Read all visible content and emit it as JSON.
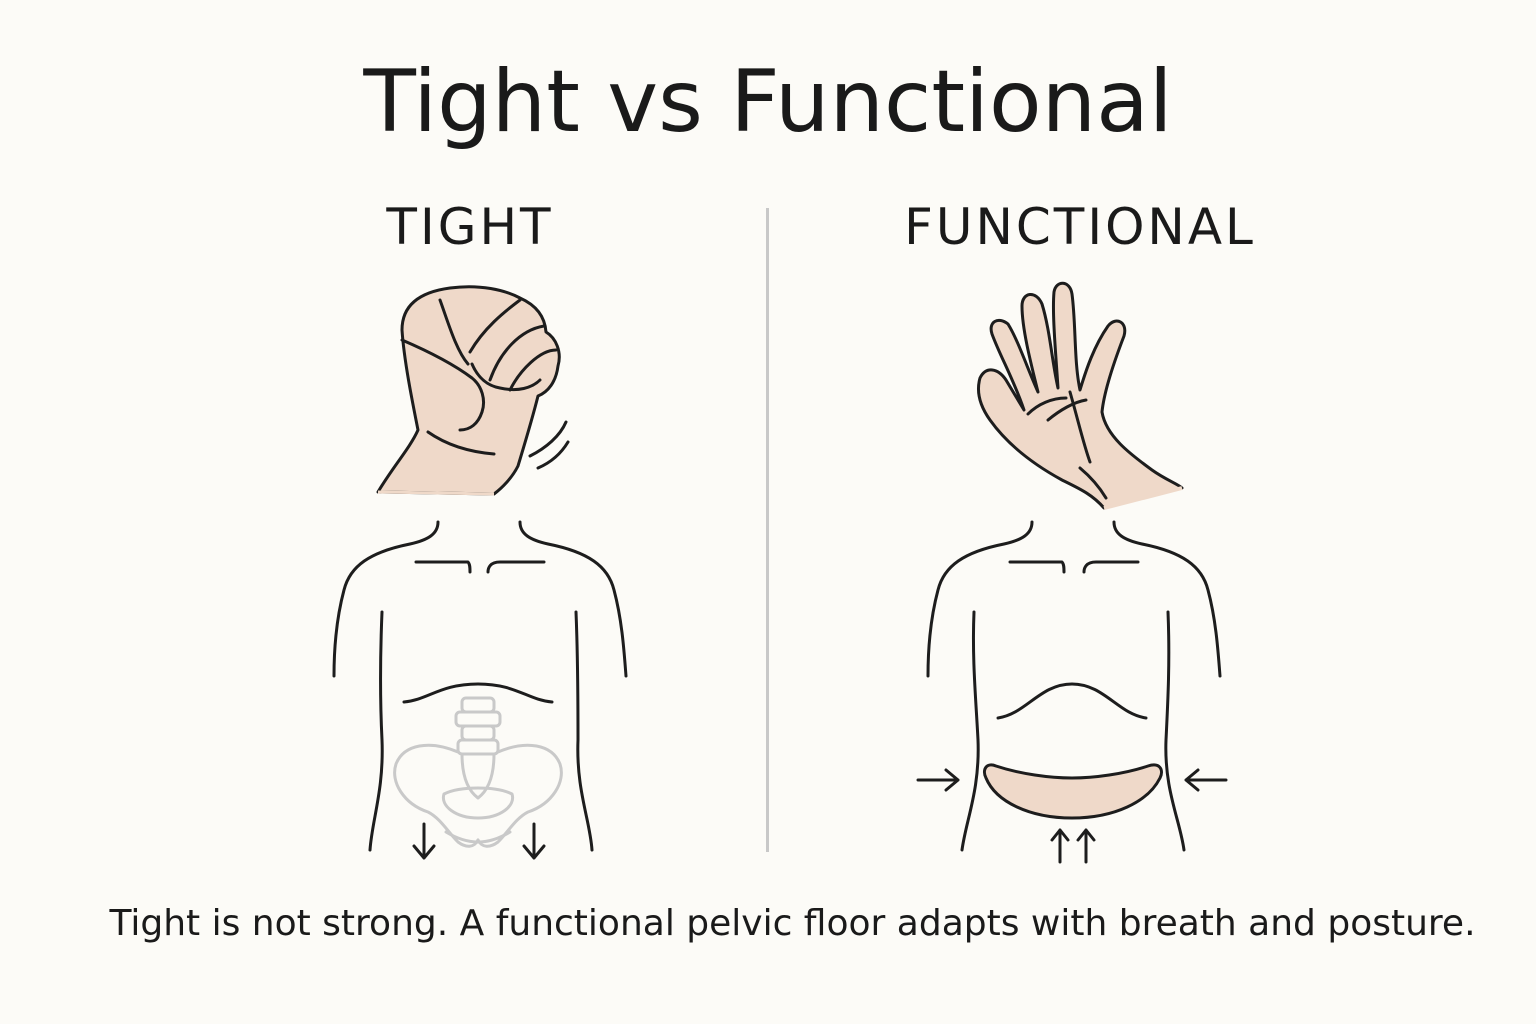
{
  "title": "Tight vs Functional",
  "panels": {
    "left": {
      "heading": "TIGHT"
    },
    "right": {
      "heading": "FUNCTIONAL"
    }
  },
  "caption": "Tight is not strong. A functional pelvic floor adapts with breath and posture.",
  "colors": {
    "background": "#fcfbf7",
    "skin": "#efd9c9",
    "line": "#1d1d1d",
    "pelvis_outline": "#c9c9c9",
    "divider": "#c8c8c8"
  },
  "icons": {
    "left_hand": "clenched-fist-icon",
    "right_hand": "open-hand-icon",
    "pelvis": "pelvis-icon",
    "pelvic_floor": "pelvic-floor-lift-icon"
  }
}
